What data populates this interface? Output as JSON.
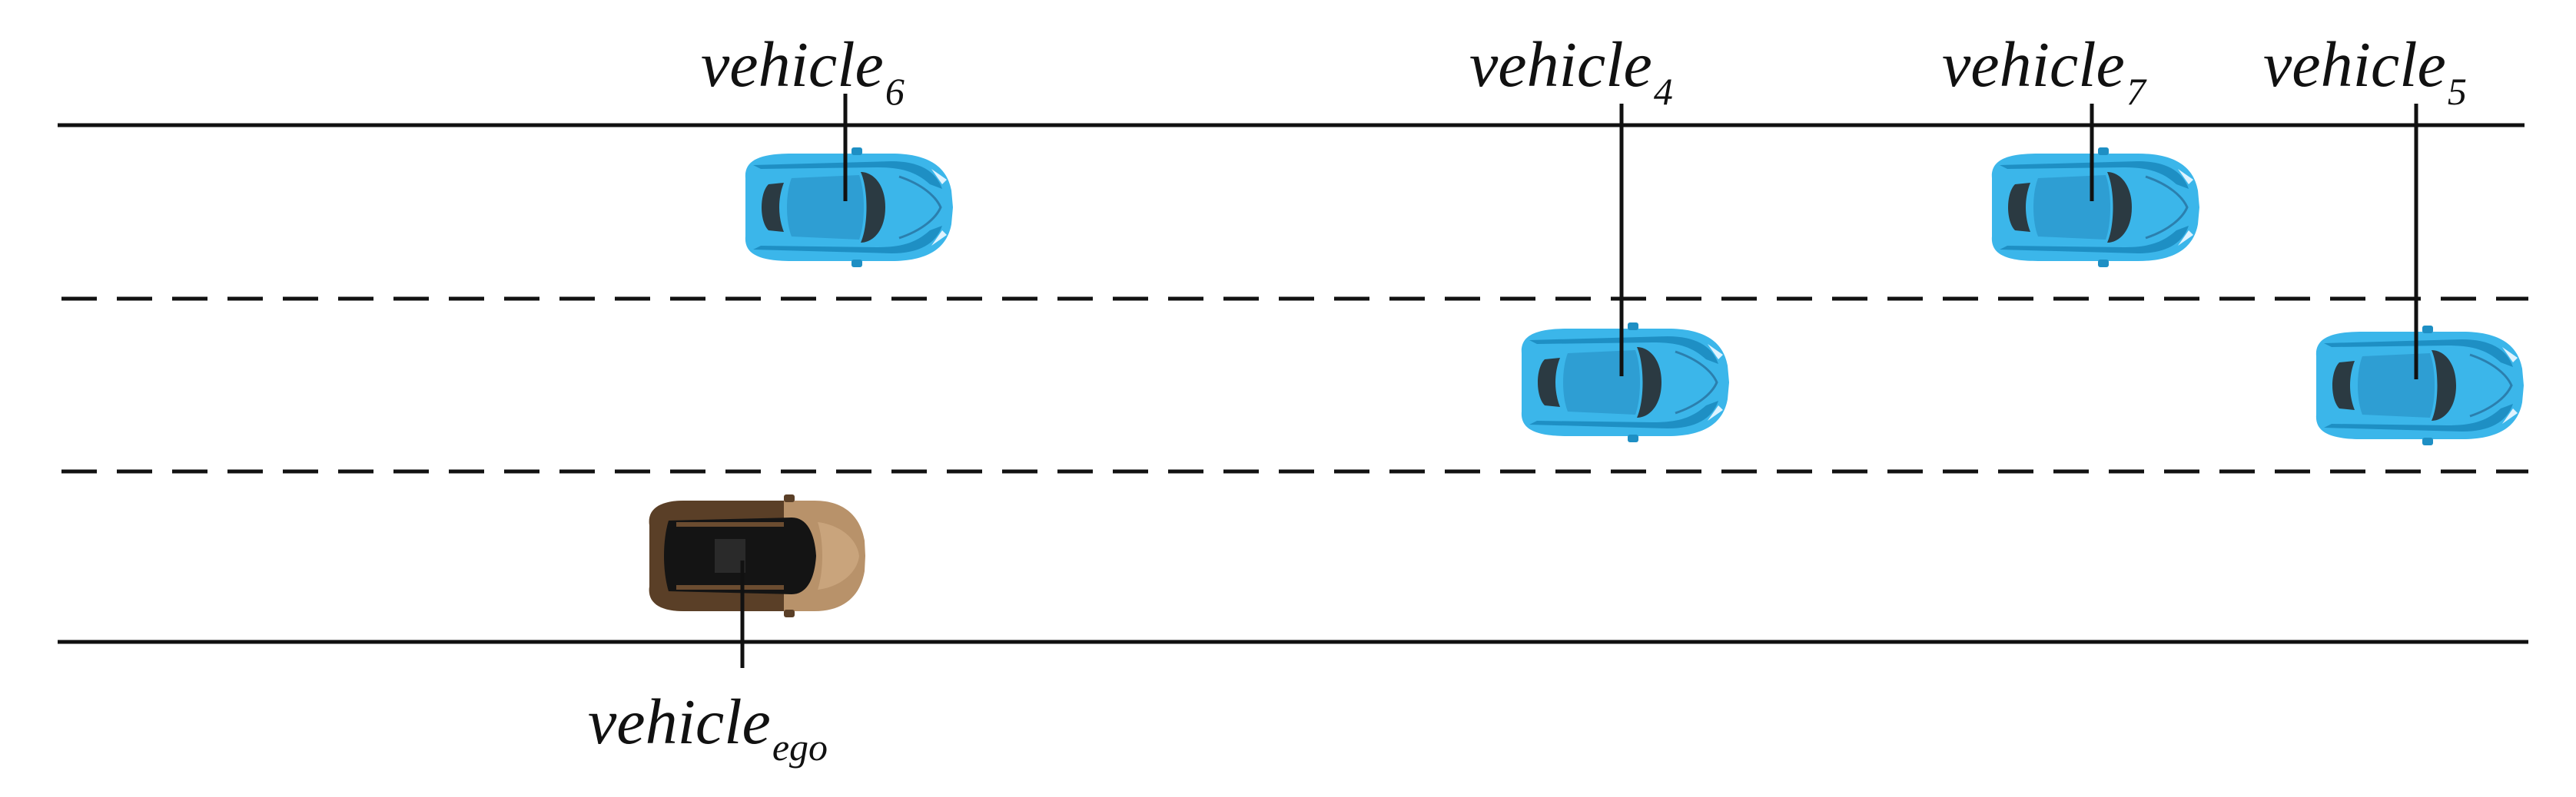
{
  "colors": {
    "road_line": "#111111",
    "car_blue_body": "#3bb6ea",
    "car_blue_shadow": "#1e8fc4",
    "car_glass": "#2b3a42",
    "ego_body_light": "#b8926a",
    "ego_body_dark": "#5a3f27",
    "ego_glass": "#141414"
  },
  "vehicles": [
    {
      "id": "vehicle_6",
      "base": "vehicle",
      "sub": "6",
      "type": "blue-sports-car",
      "lane": 1
    },
    {
      "id": "vehicle_4",
      "base": "vehicle",
      "sub": "4",
      "type": "blue-sports-car",
      "lane": 2
    },
    {
      "id": "vehicle_7",
      "base": "vehicle",
      "sub": "7",
      "type": "blue-sports-car",
      "lane": 1
    },
    {
      "id": "vehicle_5",
      "base": "vehicle",
      "sub": "5",
      "type": "blue-sports-car",
      "lane": 2
    },
    {
      "id": "vehicle_ego",
      "base": "vehicle",
      "sub": "ego",
      "type": "brown-suv",
      "lane": 3
    }
  ]
}
